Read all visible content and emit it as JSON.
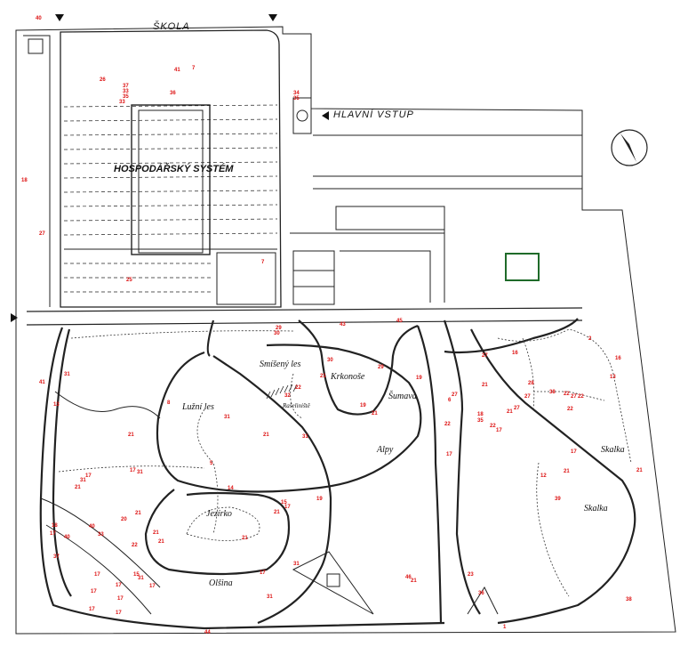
{
  "labels": {
    "school": "ŠKOLA",
    "main_entrance": "HLAVNÍ VSTUP",
    "farm_system": "HOSPODÁŘSKÝ SYSTÉM",
    "mixed_forest": "Smíšený les",
    "floodplain_forest": "Lužní les",
    "krkonose": "Krkonoše",
    "sumava": "Šumava",
    "peat_bog": "Rašeliniště",
    "alps": "Alpy",
    "pond": "Jezírko",
    "alder_grove": "Olšina",
    "rockery_1": "Skalka",
    "rockery_2": "Skalka"
  },
  "markers": [
    {
      "n": "40"
    },
    {
      "n": "41"
    },
    {
      "n": "7"
    },
    {
      "n": "26"
    },
    {
      "n": "37"
    },
    {
      "n": "33"
    },
    {
      "n": "35"
    },
    {
      "n": "33"
    },
    {
      "n": "36"
    },
    {
      "n": "34"
    },
    {
      "n": "35"
    },
    {
      "n": "18"
    },
    {
      "n": "27"
    },
    {
      "n": "7"
    },
    {
      "n": "25"
    },
    {
      "n": "29"
    },
    {
      "n": "30"
    },
    {
      "n": "43"
    },
    {
      "n": "45"
    },
    {
      "n": "30"
    },
    {
      "n": "21"
    },
    {
      "n": "29"
    },
    {
      "n": "19"
    },
    {
      "n": "22"
    },
    {
      "n": "32"
    },
    {
      "n": "8"
    },
    {
      "n": "31"
    },
    {
      "n": "41"
    },
    {
      "n": "31"
    },
    {
      "n": "13"
    },
    {
      "n": "21"
    },
    {
      "n": "21"
    },
    {
      "n": "31"
    },
    {
      "n": "19"
    },
    {
      "n": "21"
    },
    {
      "n": "27"
    },
    {
      "n": "6"
    },
    {
      "n": "22"
    },
    {
      "n": "17"
    },
    {
      "n": "5"
    },
    {
      "n": "17"
    },
    {
      "n": "31"
    },
    {
      "n": "17"
    },
    {
      "n": "31"
    },
    {
      "n": "21"
    },
    {
      "n": "14"
    },
    {
      "n": "21"
    },
    {
      "n": "20"
    },
    {
      "n": "21"
    },
    {
      "n": "21"
    },
    {
      "n": "22"
    },
    {
      "n": "21"
    },
    {
      "n": "15"
    },
    {
      "n": "17"
    },
    {
      "n": "19"
    },
    {
      "n": "21"
    },
    {
      "n": "18"
    },
    {
      "n": "17"
    },
    {
      "n": "40"
    },
    {
      "n": "33"
    },
    {
      "n": "37"
    },
    {
      "n": "40"
    },
    {
      "n": "17"
    },
    {
      "n": "17"
    },
    {
      "n": "17"
    },
    {
      "n": "15"
    },
    {
      "n": "31"
    },
    {
      "n": "17"
    },
    {
      "n": "17"
    },
    {
      "n": "31"
    },
    {
      "n": "17"
    },
    {
      "n": "31"
    },
    {
      "n": "44"
    },
    {
      "n": "17"
    },
    {
      "n": "17"
    },
    {
      "n": "46"
    },
    {
      "n": "21"
    },
    {
      "n": "23"
    },
    {
      "n": "36"
    },
    {
      "n": "1"
    },
    {
      "n": "2"
    },
    {
      "n": "27"
    },
    {
      "n": "16"
    },
    {
      "n": "21"
    },
    {
      "n": "28"
    },
    {
      "n": "27"
    },
    {
      "n": "38"
    },
    {
      "n": "22"
    },
    {
      "n": "27"
    },
    {
      "n": "22"
    },
    {
      "n": "22"
    },
    {
      "n": "27"
    },
    {
      "n": "21"
    },
    {
      "n": "18"
    },
    {
      "n": "35"
    },
    {
      "n": "17"
    },
    {
      "n": "22"
    },
    {
      "n": "17"
    },
    {
      "n": "13"
    },
    {
      "n": "16"
    },
    {
      "n": "12"
    },
    {
      "n": "21"
    },
    {
      "n": "39"
    },
    {
      "n": "21"
    },
    {
      "n": "38"
    },
    {
      "n": "24"
    },
    {
      "n": "30"
    }
  ]
}
